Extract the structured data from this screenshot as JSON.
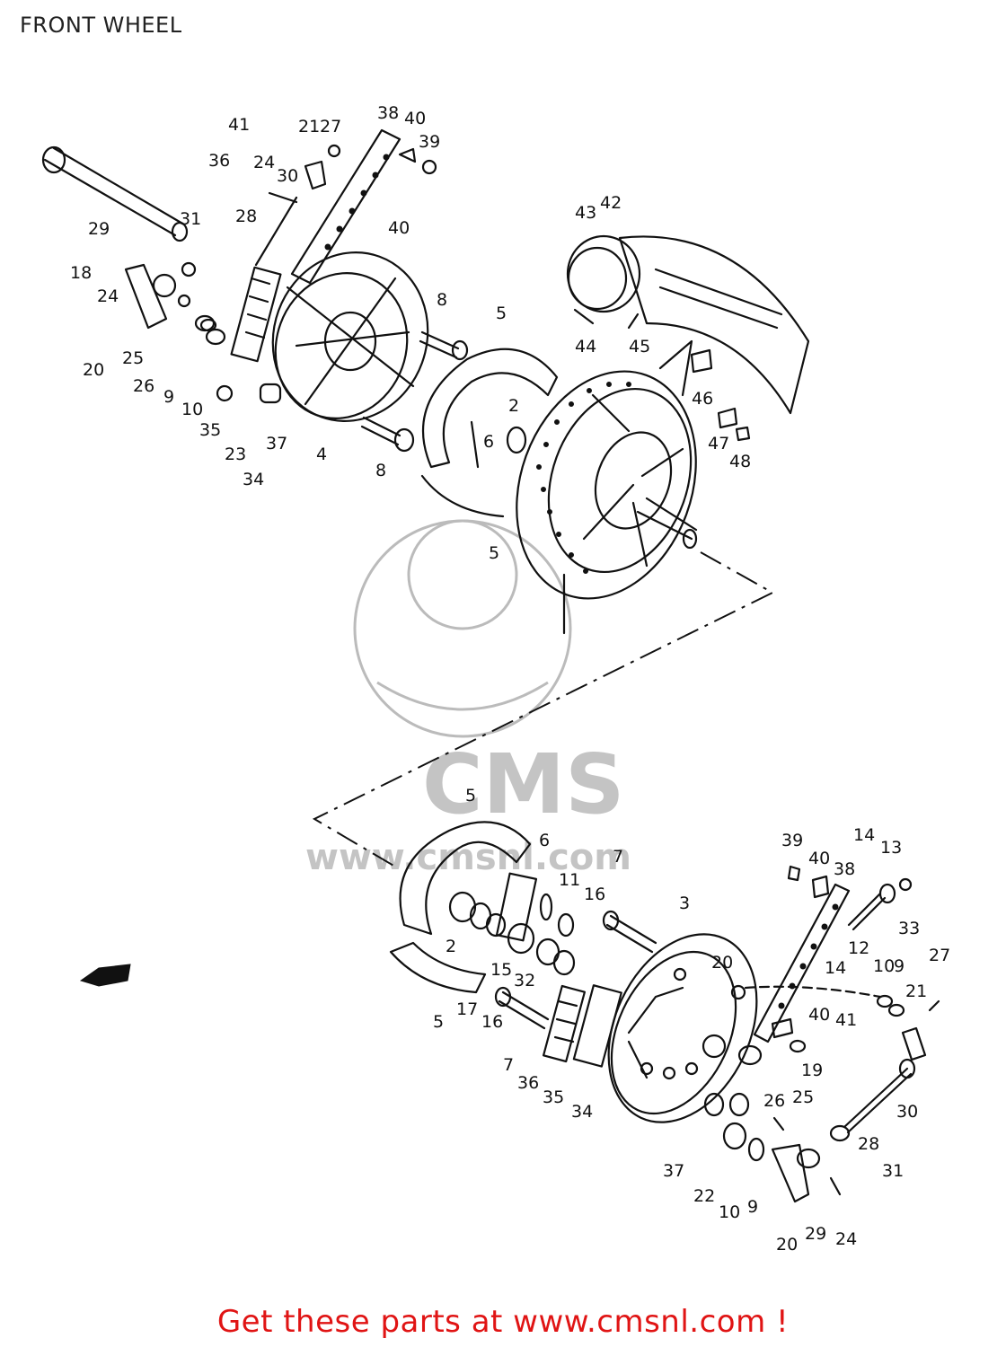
{
  "title": "FRONT WHEEL",
  "footer": "Get these parts at www.cmsnl.com !",
  "watermark": {
    "brand": "CMS",
    "url": "www.cmsnl.com"
  },
  "colors": {
    "footer": "#e01414",
    "ink": "#111111",
    "watermark": "#c4c4c4"
  },
  "callouts_upper": [
    "41",
    "21",
    "27",
    "38",
    "40",
    "39",
    "36",
    "24",
    "30",
    "31",
    "28",
    "29",
    "40",
    "18",
    "24",
    "20",
    "25",
    "26",
    "9",
    "10",
    "35",
    "23",
    "37",
    "34",
    "4",
    "8",
    "8",
    "5",
    "2",
    "6",
    "5",
    "43",
    "42",
    "44",
    "45",
    "46",
    "47",
    "48"
  ],
  "callouts_lower": [
    "5",
    "6",
    "11",
    "16",
    "7",
    "3",
    "39",
    "40",
    "38",
    "14",
    "13",
    "12",
    "33",
    "14",
    "10",
    "9",
    "27",
    "21",
    "20",
    "2",
    "15",
    "32",
    "17",
    "16",
    "5",
    "7",
    "36",
    "35",
    "34",
    "40",
    "41",
    "19",
    "26",
    "25",
    "30",
    "28",
    "37",
    "22",
    "10",
    "9",
    "20",
    "29",
    "24",
    "31"
  ]
}
